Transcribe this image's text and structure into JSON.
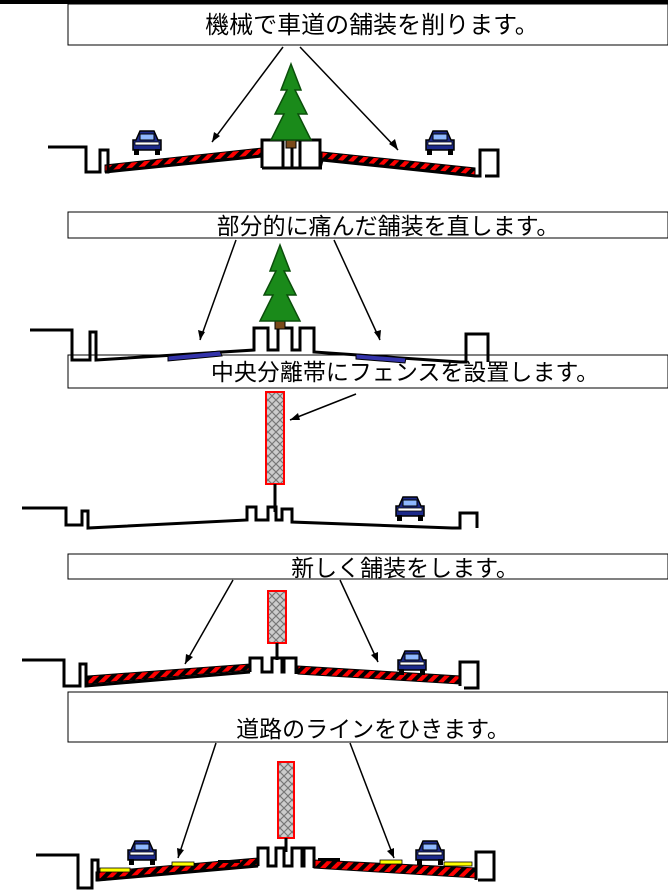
{
  "steps": [
    {
      "id": "step-1",
      "caption": "機械で車道の舗装を削ります。",
      "scene": "milling"
    },
    {
      "id": "step-2",
      "caption": "部分的に痛んだ舗装を直します。",
      "scene": "patching"
    },
    {
      "id": "step-3",
      "caption": "中央分離帯にフェンスを設置します。",
      "scene": "fence"
    },
    {
      "id": "step-4",
      "caption": "新しく舗装をします。",
      "scene": "repaving"
    },
    {
      "id": "step-5",
      "caption": "道路のラインをひきます。",
      "scene": "line-marking"
    }
  ],
  "colors": {
    "pavement-hatch": "#ff0000",
    "tree": "#1a8a1a",
    "car": "#2233aa",
    "fence-frame": "#ff0000",
    "fence-mesh": "#aaaaaa",
    "patch": "#3333aa",
    "lane-line": "#ffff00"
  }
}
